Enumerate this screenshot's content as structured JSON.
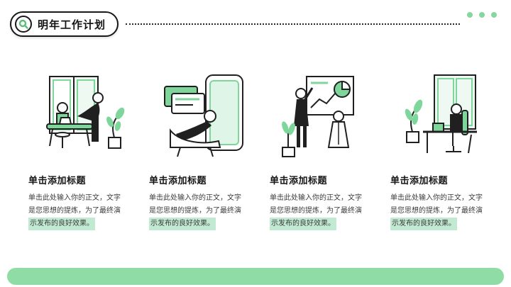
{
  "header": {
    "title": "明年工作计划",
    "search_icon": "magnifier-icon"
  },
  "decor": {
    "dot_count": 3,
    "dot_color": "#85d79f"
  },
  "colors": {
    "accent_green": "#7fd69b",
    "light_green": "#dff5e8",
    "highlight_green": "#c2ead2",
    "footer_green": "#8fdca6",
    "ink": "#181818"
  },
  "columns": [
    {
      "illustration": "meeting-at-table",
      "heading": "单击添加标题",
      "body_lines": [
        "单击此处输入你的正文，文字",
        "是您思想的提炼，为了最终演",
        "示发布的良好效果。"
      ]
    },
    {
      "illustration": "relaxing-with-phone",
      "heading": "单击添加标题",
      "body_lines": [
        "单击此处输入你的正文，文字",
        "是您思想的提炼，为了最终演",
        "示发布的良好效果。"
      ]
    },
    {
      "illustration": "chart-presentation",
      "heading": "单击添加标题",
      "body_lines": [
        "单击此处输入你的正文，文字",
        "是您思想的提炼，为了最终演",
        "示发布的良好效果。"
      ]
    },
    {
      "illustration": "desk-workspace",
      "heading": "单击添加标题",
      "body_lines": [
        "单击此处输入你的正文，文字",
        "是您思想的提炼，为了最终演",
        "示发布的良好效果。"
      ]
    }
  ]
}
